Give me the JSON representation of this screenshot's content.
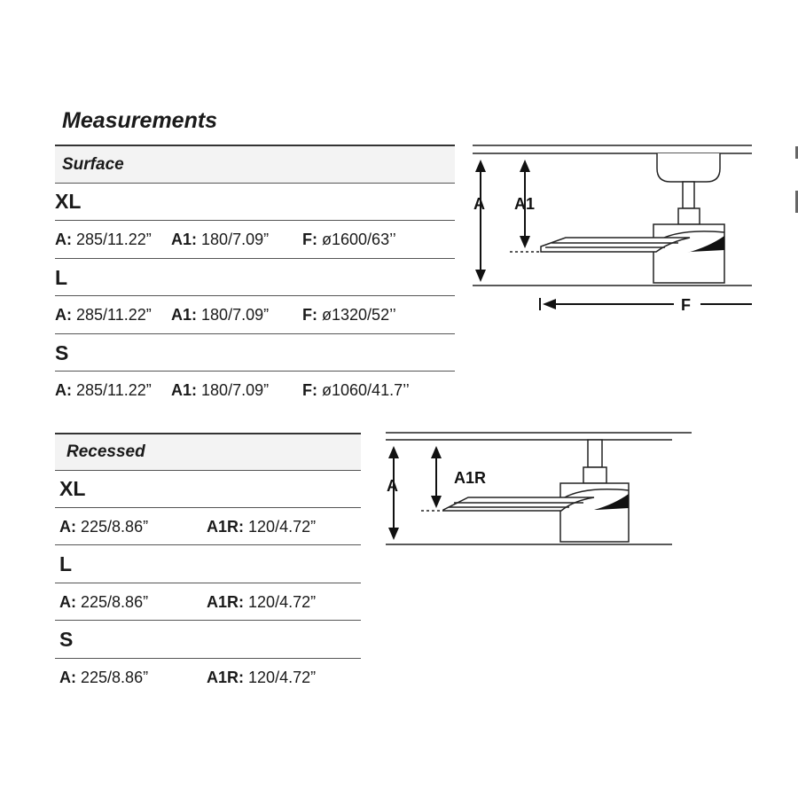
{
  "title": "Measurements",
  "surface": {
    "label": "Surface",
    "rows": [
      {
        "size": "XL",
        "a_key": "A:",
        "a_val": "285/11.22”",
        "a1_key": "A1:",
        "a1_val": "180/7.09”",
        "f_key": "F:",
        "f_val": "ø1600/63’’"
      },
      {
        "size": "L",
        "a_key": "A:",
        "a_val": "285/11.22”",
        "a1_key": "A1:",
        "a1_val": "180/7.09”",
        "f_key": "F:",
        "f_val": "ø1320/52’’"
      },
      {
        "size": "S",
        "a_key": "A:",
        "a_val": "285/11.22”",
        "a1_key": "A1:",
        "a1_val": "180/7.09”",
        "f_key": "F:",
        "f_val": "ø1060/41.7’’"
      }
    ],
    "diagram": {
      "label_a": "A",
      "label_a1": "A1",
      "label_f": "F"
    }
  },
  "recessed": {
    "label": "Recessed",
    "rows": [
      {
        "size": "XL",
        "a_key": "A:",
        "a_val": "225/8.86”",
        "a1r_key": "A1R:",
        "a1r_val": "120/4.72”"
      },
      {
        "size": "L",
        "a_key": "A:",
        "a_val": "225/8.86”",
        "a1r_key": "A1R:",
        "a1r_val": "120/4.72”"
      },
      {
        "size": "S",
        "a_key": "A:",
        "a_val": "225/8.86”",
        "a1r_key": "A1R:",
        "a1r_val": "120/4.72”"
      }
    ],
    "diagram": {
      "label_a": "A",
      "label_a1r": "A1R"
    }
  }
}
